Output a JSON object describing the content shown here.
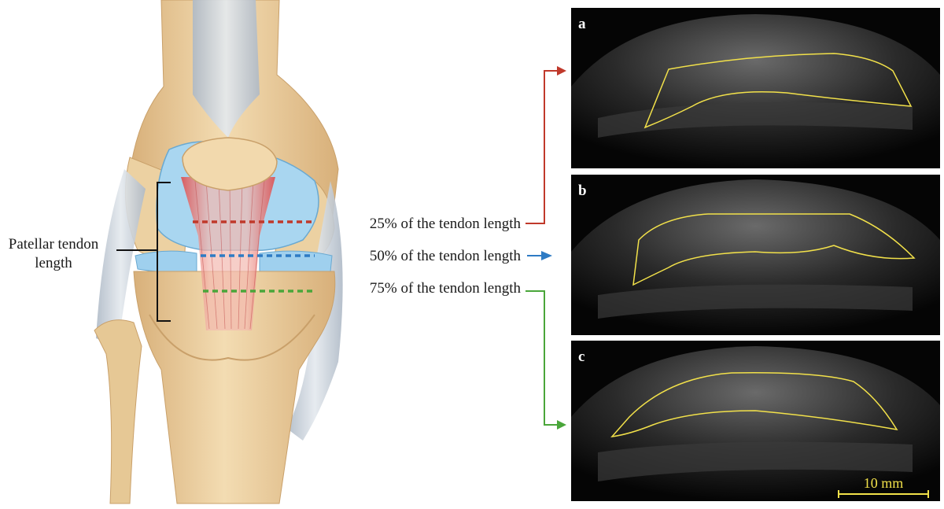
{
  "left_label": {
    "line1": "Patellar tendon",
    "line2": "length"
  },
  "levels": [
    {
      "label": "25% of the tendon length",
      "color": "#c0392b",
      "target_panel": "a"
    },
    {
      "label": "50% of the tendon length",
      "color": "#2e7bc4",
      "target_panel": "b"
    },
    {
      "label": "75% of the tendon length",
      "color": "#4aa63a",
      "target_panel": "c"
    }
  ],
  "panels": [
    {
      "letter": "a"
    },
    {
      "letter": "b"
    },
    {
      "letter": "c"
    }
  ],
  "scale_bar": {
    "label": "10 mm",
    "color": "#f2e14a"
  },
  "colors": {
    "bone": "#f0d7ab",
    "bone_shadow": "#d9b27c",
    "cartilage": "#9fd0ee",
    "ligament": "#c9d3dc",
    "tendon_red": "#e05050",
    "outline": "#f2e14a"
  }
}
